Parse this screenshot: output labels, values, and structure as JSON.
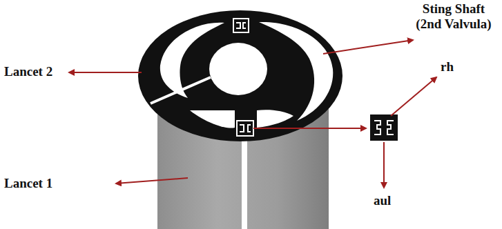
{
  "diagram": {
    "labels": [
      "Sting Shaft (2nd Valvula)",
      "Lancet 2",
      "rh",
      "aul",
      "Lancet 1"
    ]
  }
}
